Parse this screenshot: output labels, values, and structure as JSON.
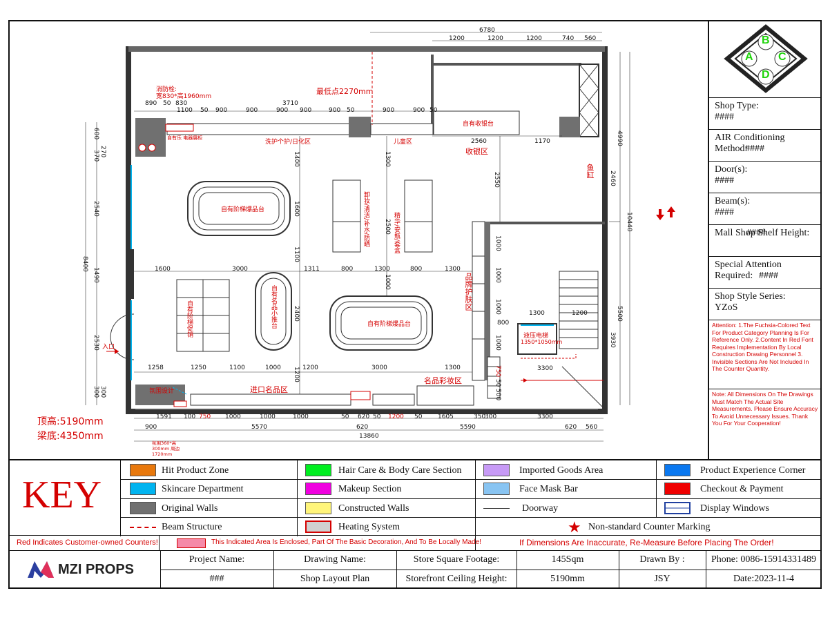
{
  "plan": {
    "total_width": "6780",
    "top_dims": [
      "1200",
      "1200",
      "1200",
      "740",
      "560"
    ],
    "top_dims2": [
      "890",
      "50",
      "830"
    ],
    "top_dims3": [
      "1100",
      "50",
      "900",
      "900",
      "900",
      "900",
      "900",
      "50",
      "900",
      "900",
      "50"
    ],
    "dim_3710": "3710",
    "door_label": "消防栓:",
    "door_size": "宽830*高1960mm",
    "lowest_point": "最低点2270mm",
    "wall_label": "自有乐 电器展柜",
    "wash_zone": "洗护个护/日化区",
    "kids_zone": "儿童区",
    "cashier_counter": "自有收银台",
    "cashier_zone": "收银区",
    "fish_tank": "鱼缸",
    "island1": "自有阶梯爆品台",
    "island2": "自有阶梯爆品台",
    "oval": "自有名品小推台",
    "promo": "自有阶梯促销",
    "shelf_a": "卸妆/清洁/补水/防晒",
    "shelf_b": "精华/安瓶/套盒",
    "brand_zone": "品牌护肤区",
    "import_zone": "进口名品区",
    "cosmetic_zone": "名品彩妆区",
    "elevator": "液压电梯",
    "elevator_size": "1350*1050mm",
    "entrance": "入口",
    "atmosphere": "氛围设计",
    "ceiling_height": "顶高:5190mm",
    "beam_bottom": "梁底:4350mm",
    "bottom_row1": [
      "1591",
      "100",
      "750",
      "1000",
      "1000",
      "1000",
      "50",
      "620",
      "50",
      "1200",
      "50",
      "1605",
      "350",
      "300",
      "3300"
    ],
    "bottom_row2": [
      "900",
      "5570",
      "620",
      "5590",
      "620",
      "560"
    ],
    "bottom_total": "13860",
    "left_dims": [
      "600",
      "370",
      "270",
      "2540",
      "1490",
      "2530",
      "300",
      "300"
    ],
    "left_total": "8400",
    "right_dims": [
      "4990",
      "2460",
      "5500",
      "3930"
    ],
    "right_total": "10440",
    "mid_dims": [
      "1600",
      "3000",
      "1311",
      "800",
      "1300",
      "800",
      "1300"
    ],
    "row_dims": [
      "1258",
      "1250",
      "1100",
      "1000",
      "1200",
      "3000",
      "1300"
    ],
    "v_dims": [
      "1400",
      "1600",
      "1100",
      "2400",
      "1200",
      "1300",
      "2500",
      "1000",
      "2550",
      "2560",
      "1170",
      "1300",
      "1200",
      "800",
      "3300",
      "1000",
      "1000",
      "1000",
      "1000",
      "500",
      "750",
      "50"
    ],
    "atm_note": "氛围360*高300mm 周边 1720mm"
  },
  "info": {
    "rows": [
      {
        "label": "Shop Type:",
        "value": "####"
      },
      {
        "label": "AIR Conditioning Method:",
        "value": "####"
      },
      {
        "label": "Door(s):",
        "value": "####"
      },
      {
        "label": "Beam(s):",
        "value": "####"
      },
      {
        "label": "Mall Shop Shelf Height:",
        "value": "####"
      },
      {
        "label": "Special Attention Required:",
        "value": "####"
      },
      {
        "label": "Shop Style Series:",
        "value": "YZoS"
      }
    ],
    "logo_letters": [
      "B",
      "A",
      "C",
      "D"
    ],
    "attention": "Attention: 1.The Fuchsia-Colored Text For Product Category Planning Is For Reference Only. 2.Content In Red Font Requires Implementation By Local Construction Drawing Personnel 3. Invisible Sections Are Not Included In The Counter Quantity.",
    "note": "Note: All Dimensions On The Drawings Must Match The Actual Site Measurements. Please Ensure Accuracy To Avoid Unnecessary Issues. Thank You For Your Cooperation!"
  },
  "key": {
    "title": "KEY",
    "items": [
      {
        "label": "Hit Product Zone",
        "color": "#e8780c"
      },
      {
        "label": "Skincare Department",
        "color": "#00b4f0"
      },
      {
        "label": "Original Walls",
        "color": "#707070"
      },
      {
        "label": "Beam Structure",
        "color": "#d40000"
      },
      {
        "label": "Hair Care & Body Care Section",
        "color": "#00ee20"
      },
      {
        "label": "Makeup Section",
        "color": "#f000e0"
      },
      {
        "label": "Constructed Walls",
        "color": "#fff57a"
      },
      {
        "label": "Heating System",
        "color": "#d0d0d0"
      },
      {
        "label": "Imported Goods Area",
        "color": "#c79af6"
      },
      {
        "label": "Face Mask Bar",
        "color": "#88c4f2"
      },
      {
        "label": "Doorway",
        "color": "#333333"
      },
      {
        "label": "Non-standard Counter Marking",
        "color": "#d40000"
      },
      {
        "label": "Product Experience Corner",
        "color": "#0a78f0"
      },
      {
        "label": "Checkout & Payment",
        "color": "#f00000"
      },
      {
        "label": "Display Windows",
        "color": "#2040a0"
      }
    ]
  },
  "notes": {
    "red_counters": "Red Indicates Customer-owned Counters!",
    "enclosed": "This Indicated Area Is Enclosed, Part Of The Basic Decoration, And To Be Locally Made!",
    "remeasure": "If Dimensions Are Inaccurate, Re-Measure Before Placing The Order!"
  },
  "titleblock": {
    "company": "MZI PROPS",
    "project_label": "Project Name:",
    "project_value": "###",
    "drawing_label": "Drawing Name:",
    "drawing_value": "Shop Layout Plan",
    "footage_label": "Store Square Footage:",
    "footage_value": "145Sqm",
    "ceiling_label": "Storefront Ceiling Height:",
    "ceiling_value": "5190mm",
    "drawn_label": "Drawn By :",
    "drawn_value": "JSY",
    "phone": "Phone: 0086-15914331489",
    "date": "Date:2023-11-4"
  }
}
